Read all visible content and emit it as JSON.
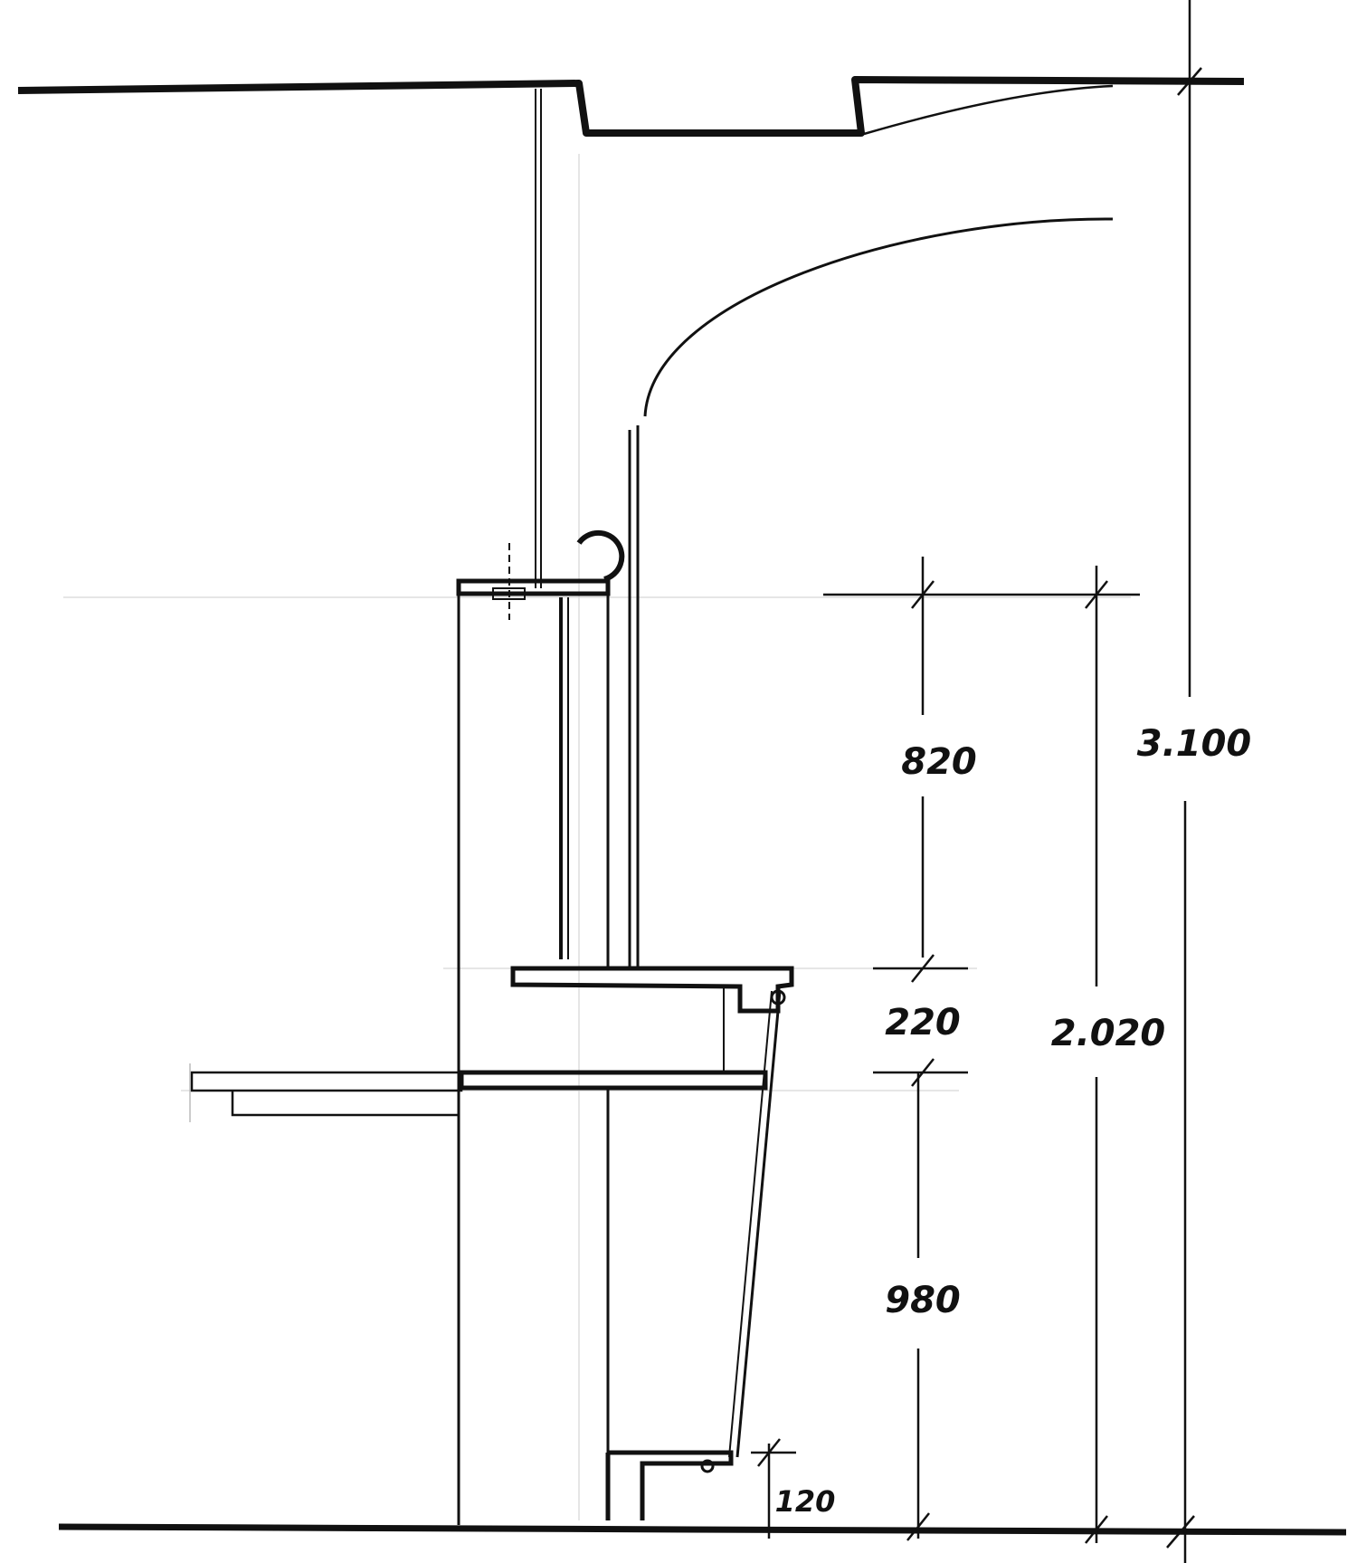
{
  "dimensions": {
    "d820": "820",
    "d220": "220",
    "d980": "980",
    "d120": "120",
    "d2020": "2.020",
    "d3100": "3.100"
  }
}
